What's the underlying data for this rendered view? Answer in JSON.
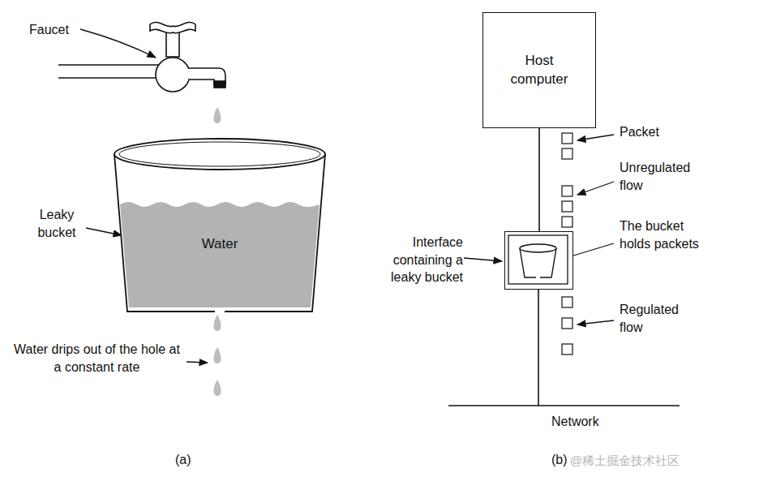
{
  "diagram": {
    "nodes": [
      {
        "text": [
          "Water"
        ]
      },
      {
        "text": [
          "Host computer"
        ]
      },
      {
        "text": [
          "Interface containing a leaky bucket"
        ]
      }
    ],
    "edges": [
      {
        "from": 1,
        "to": 2,
        "arrow": "none"
      }
    ],
    "labels": [
      "Faucet",
      "Leaky bucket",
      "Water drips out of the hole at a constant rate",
      "(a)",
      "Packet",
      "Unregulated flow",
      "The bucket holds packets",
      "Regulated flow",
      "Network",
      "(b)",
      "@稀土掘金技术社区"
    ]
  }
}
